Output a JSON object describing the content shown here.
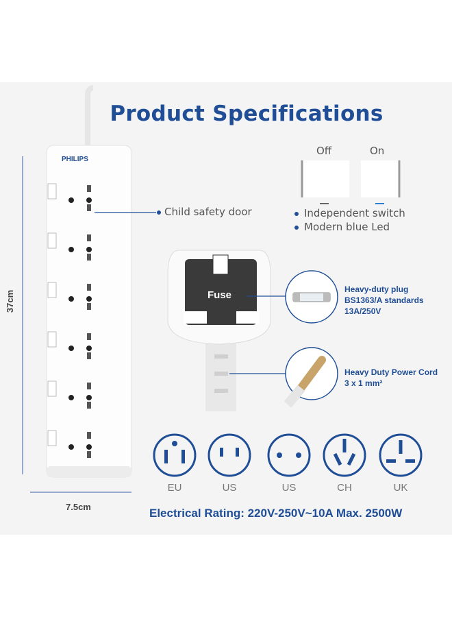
{
  "title": "Product Specifications",
  "brand": "PHILIPS",
  "dimensions": {
    "height": "37cm",
    "width": "7.5cm"
  },
  "features": {
    "child_safety": "Child safety door",
    "switch_off_label": "Off",
    "switch_on_label": "On",
    "bullets": [
      "Independent switch",
      "Modern blue Led"
    ]
  },
  "plug": {
    "fuse_label": "Fuse",
    "plug_callout": [
      "Heavy-duty plug",
      "BS1363/A standards",
      "13A/250V"
    ],
    "cord_callout": [
      "Heavy Duty Power Cord",
      "3 x 1 mm²"
    ]
  },
  "socket_types": [
    {
      "label": "EU",
      "icon": "eu-socket-icon"
    },
    {
      "label": "US",
      "icon": "us-flat-socket-icon"
    },
    {
      "label": "US",
      "icon": "round-pin-socket-icon"
    },
    {
      "label": "CH",
      "icon": "ch-socket-icon"
    },
    {
      "label": "UK",
      "icon": "uk-socket-icon"
    }
  ],
  "rating": "Electrical Rating: 220V-250V~10A Max. 2500W",
  "colors": {
    "accent": "#1f4e97",
    "background": "#f4f4f4",
    "led": "#2a7fd0"
  }
}
